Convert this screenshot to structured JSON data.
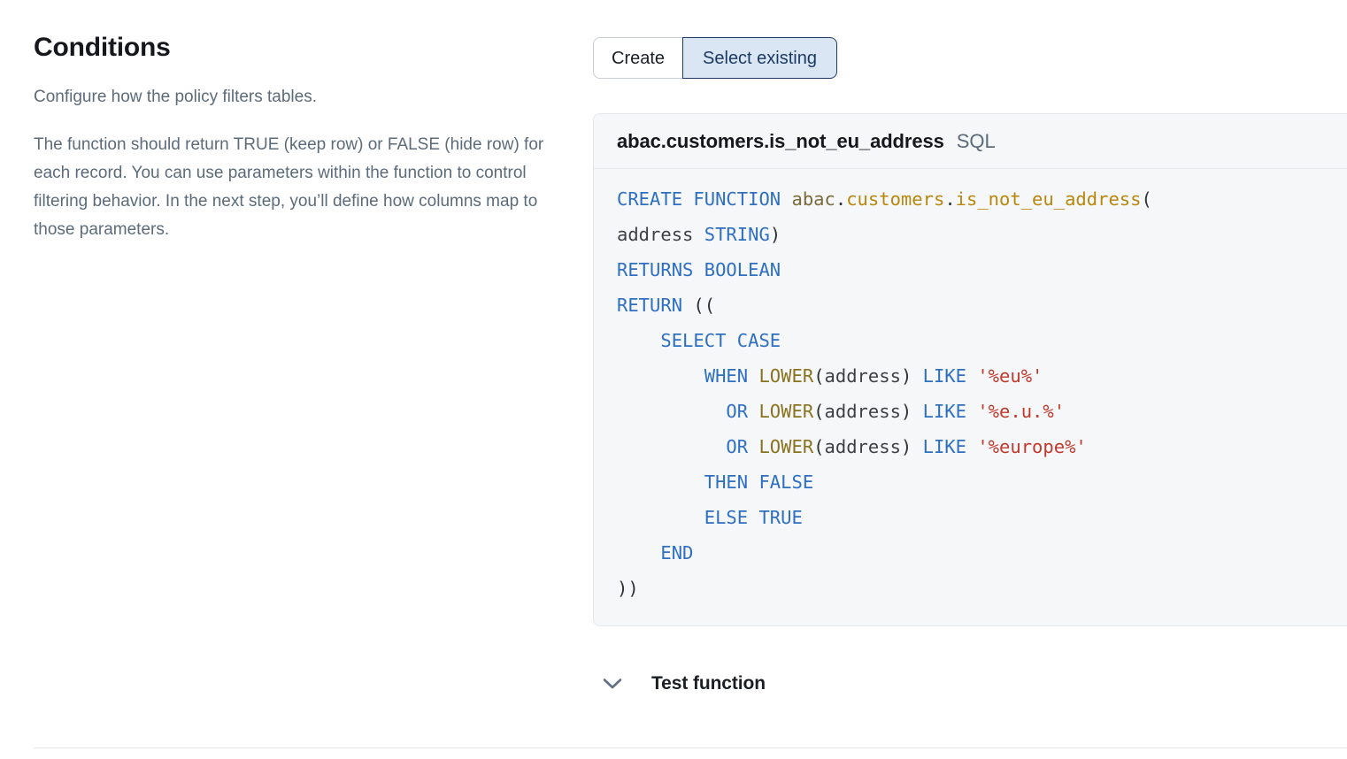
{
  "left": {
    "title": "Conditions",
    "paragraph1": "Configure how the policy filters tables.",
    "paragraph2": "The function should return TRUE (keep row) or FALSE (hide row) for each record. You can use parameters within the function to control filtering behavior. In the next step, you’ll define how columns map to those parameters."
  },
  "segmented": {
    "create_label": "Create",
    "select_existing_label": "Select existing",
    "selected": "Select existing",
    "selected_bg": "#dbe6f4",
    "selected_border": "#1f3a5f",
    "selected_text": "#1b3a63"
  },
  "code_card": {
    "function_name": "abac.customers.is_not_eu_address",
    "language_label": "SQL",
    "background": "#f5f7f9",
    "border": "#e3e6eb",
    "lines": [
      "CREATE FUNCTION abac.customers.is_not_eu_address(",
      "address STRING)",
      "RETURNS BOOLEAN",
      "RETURN ((",
      "    SELECT CASE",
      "        WHEN LOWER(address) LIKE '%eu%'",
      "          OR LOWER(address) LIKE '%e.u.%'",
      "          OR LOWER(address) LIKE '%europe%'",
      "        THEN FALSE",
      "        ELSE TRUE",
      "    END",
      "))"
    ],
    "tokens": {
      "keywords": [
        "CREATE",
        "FUNCTION",
        "STRING",
        "RETURNS",
        "BOOLEAN",
        "RETURN",
        "SELECT",
        "CASE",
        "WHEN",
        "LIKE",
        "OR",
        "THEN",
        "FALSE",
        "ELSE",
        "TRUE",
        "END"
      ],
      "strings": [
        "'%eu%'",
        "'%e.u.%'",
        "'%europe%'"
      ],
      "builtins": [
        "LOWER"
      ],
      "identifiers": [
        "abac",
        "customers",
        "is_not_eu_address",
        "address"
      ],
      "keyword_color": "#2f6fc2",
      "string_color": "#c0392b",
      "identifier_color": "#b8860b",
      "builtin_color": "#8a7320",
      "plain_color": "#2e3338"
    }
  },
  "test_section": {
    "label": "Test function",
    "icon": "chevron-down-icon",
    "expanded": false
  }
}
